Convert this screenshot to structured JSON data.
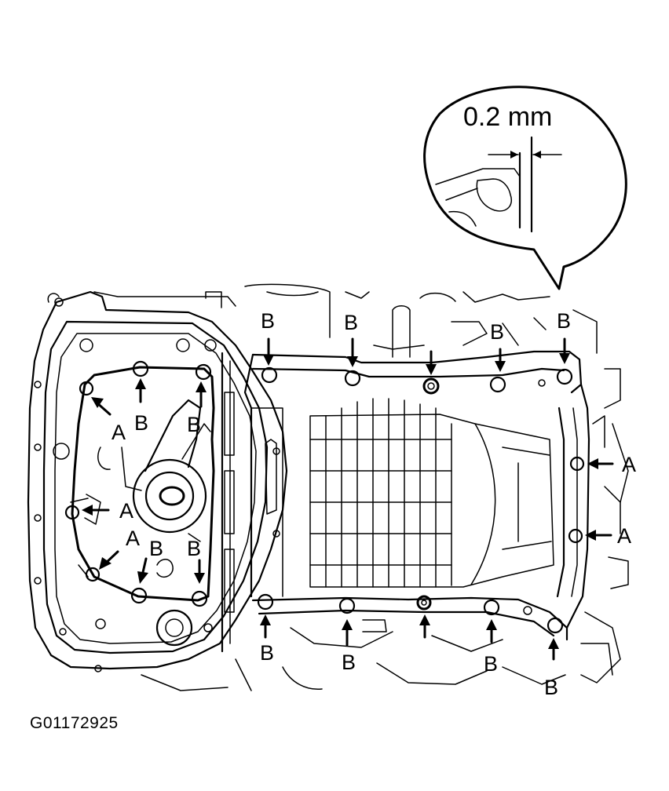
{
  "figure": {
    "id_code": "G01172925"
  },
  "detail_callout": {
    "clearance_label": "0.2 mm"
  },
  "bolt_labels": {
    "A": "A",
    "B": "B"
  },
  "colors": {
    "line": "#000000",
    "background": "#ffffff"
  }
}
